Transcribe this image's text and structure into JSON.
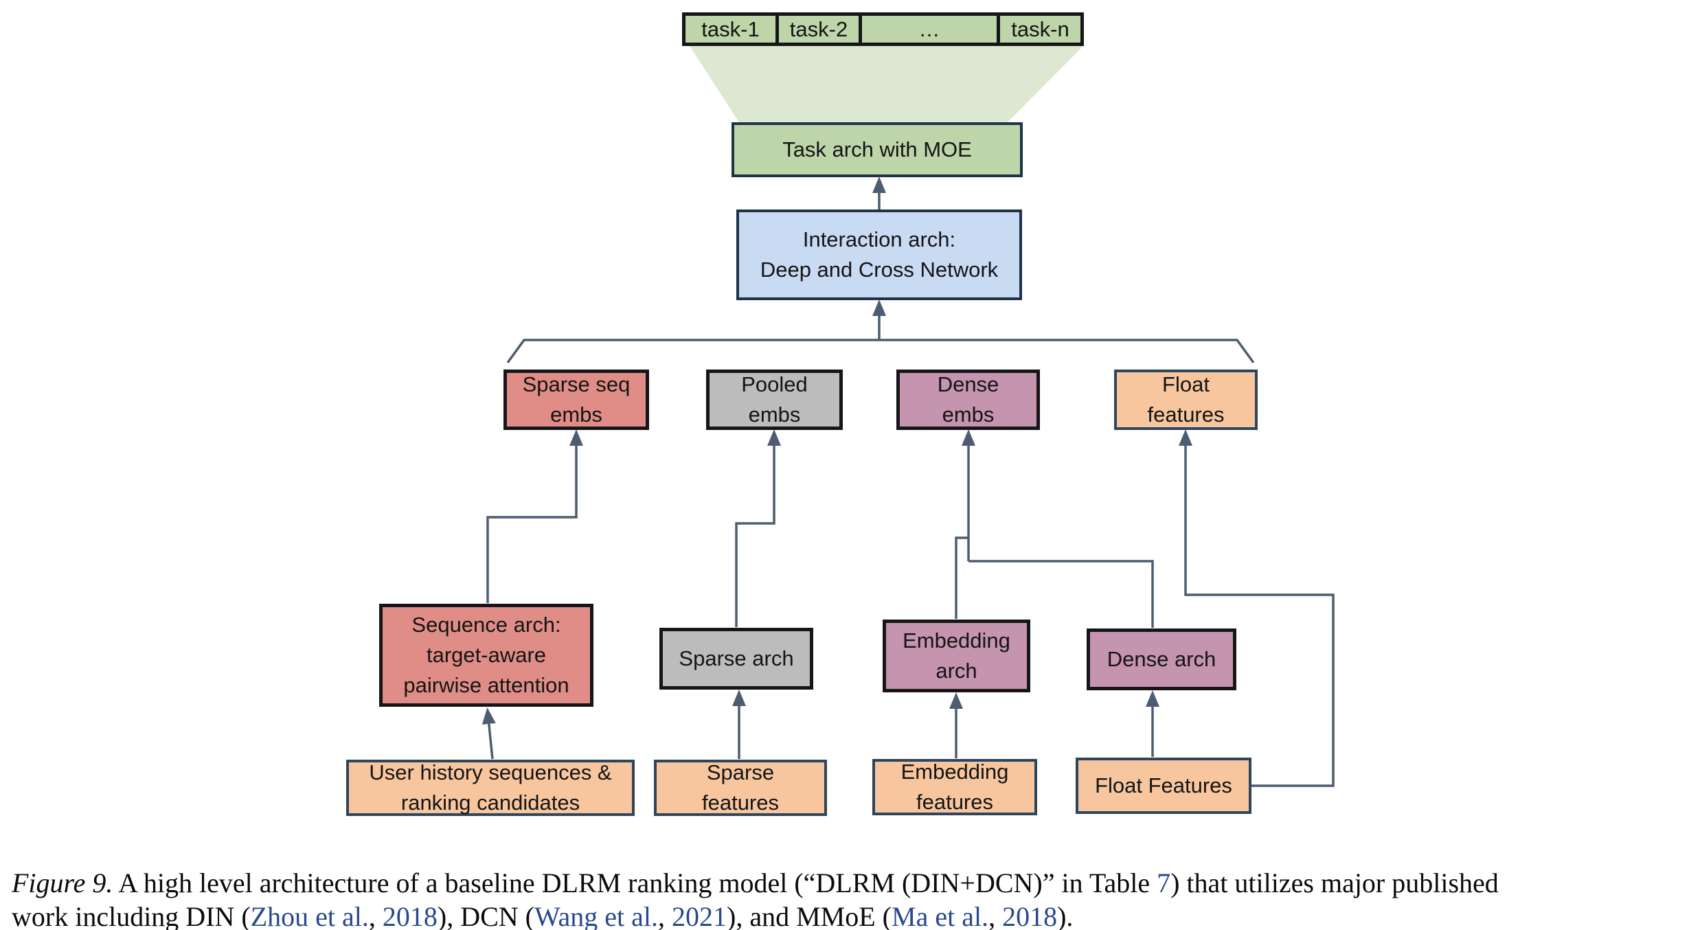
{
  "figure": {
    "caption": {
      "segments": [
        {
          "text": "Figure 9.",
          "style": "figure-label"
        },
        {
          "text": " A high level architecture of a baseline DLRM ranking model (“DLRM (DIN+DCN)” in Table ",
          "style": "plain"
        },
        {
          "text": "7",
          "style": "link"
        },
        {
          "text": ") that utilizes major published",
          "style": "plain"
        },
        {
          "text": "",
          "style": "break"
        },
        {
          "text": "work including DIN (",
          "style": "plain"
        },
        {
          "text": "Zhou et al.",
          "style": "link"
        },
        {
          "text": ", ",
          "style": "plain"
        },
        {
          "text": "2018",
          "style": "link"
        },
        {
          "text": "), DCN (",
          "style": "plain"
        },
        {
          "text": "Wang et al.",
          "style": "link"
        },
        {
          "text": ", ",
          "style": "plain"
        },
        {
          "text": "2021",
          "style": "link"
        },
        {
          "text": "), and MMoE (",
          "style": "plain"
        },
        {
          "text": "Ma et al.",
          "style": "link"
        },
        {
          "text": ", ",
          "style": "plain"
        },
        {
          "text": "2018",
          "style": "link"
        },
        {
          "text": ").",
          "style": "plain"
        }
      ]
    }
  },
  "diagram": {
    "task_cells": [
      "task-1",
      "task-2",
      "…",
      "task-n"
    ],
    "nodes": [
      {
        "id": "task-arch-moe",
        "label_lines": [
          "Task arch with MOE"
        ],
        "style": "green"
      },
      {
        "id": "interaction-arch",
        "label_lines": [
          "Interaction arch:",
          "Deep and Cross Network"
        ],
        "style": "blue"
      },
      {
        "id": "sparse-seq-embs",
        "label_lines": [
          "Sparse seq",
          "embs"
        ],
        "style": "salmon"
      },
      {
        "id": "pooled-embs",
        "label_lines": [
          "Pooled",
          "embs"
        ],
        "style": "gray"
      },
      {
        "id": "dense-embs",
        "label_lines": [
          "Dense",
          "embs"
        ],
        "style": "mauve"
      },
      {
        "id": "float-features-embs",
        "label_lines": [
          "Float",
          "features"
        ],
        "style": "orange"
      },
      {
        "id": "sequence-arch",
        "label_lines": [
          "Sequence arch:",
          "target-aware",
          "pairwise attention"
        ],
        "style": "salmon"
      },
      {
        "id": "sparse-arch",
        "label_lines": [
          "Sparse arch"
        ],
        "style": "gray"
      },
      {
        "id": "embedding-arch",
        "label_lines": [
          "Embedding",
          "arch"
        ],
        "style": "mauve"
      },
      {
        "id": "dense-arch",
        "label_lines": [
          "Dense arch"
        ],
        "style": "mauve"
      },
      {
        "id": "user-history",
        "label_lines": [
          "User history sequences &",
          "ranking candidates"
        ],
        "style": "orange"
      },
      {
        "id": "sparse-features",
        "label_lines": [
          "Sparse",
          "features"
        ],
        "style": "orange"
      },
      {
        "id": "embedding-features",
        "label_lines": [
          "Embedding",
          "features"
        ],
        "style": "orange"
      },
      {
        "id": "float-features-input",
        "label_lines": [
          "Float Features"
        ],
        "style": "orange"
      }
    ],
    "edges": [
      {
        "id": "interaction-to-moe",
        "from": "interaction-arch",
        "to": "task-arch-moe",
        "arrow": true
      },
      {
        "id": "fan-line",
        "from": "embedding-row",
        "to": "fan-junction",
        "arrow": false
      },
      {
        "id": "fan-to-interaction",
        "from": "fan-junction",
        "to": "interaction-arch",
        "arrow": true
      },
      {
        "id": "sequence-to-sparse-seq",
        "from": "sequence-arch",
        "to": "sparse-seq-embs",
        "arrow": true
      },
      {
        "id": "sparsearch-to-pooled",
        "from": "sparse-arch",
        "to": "pooled-embs",
        "arrow": true
      },
      {
        "id": "embeddingarch-join",
        "from": "embedding-arch",
        "to": "dense-embs-junction",
        "arrow": false
      },
      {
        "id": "densearch-join",
        "from": "dense-arch",
        "to": "dense-embs-junction",
        "arrow": false
      },
      {
        "id": "join-to-dense-embs",
        "from": "dense-embs-junction",
        "to": "dense-embs",
        "arrow": true
      },
      {
        "id": "float-bypass",
        "from": "float-features-input",
        "to": "float-features-embs",
        "arrow": true
      },
      {
        "id": "userhistory-to-sequence",
        "from": "user-history",
        "to": "sequence-arch",
        "arrow": true
      },
      {
        "id": "sparsefeat-to-sparsearch",
        "from": "sparse-features",
        "to": "sparse-arch",
        "arrow": true
      },
      {
        "id": "embfeat-to-embarch",
        "from": "embedding-features",
        "to": "embedding-arch",
        "arrow": true
      },
      {
        "id": "floatfeat-to-densearch",
        "from": "float-features-input",
        "to": "dense-arch",
        "arrow": true
      }
    ],
    "colors": {
      "green_fill": "#bdd5a8",
      "funnel_fill": "#dce8d2",
      "blue_fill": "#c9daf3",
      "salmon_fill": "#df8d86",
      "gray_fill": "#bcbcbc",
      "mauve_fill": "#c594ae",
      "orange_fill": "#f7c69e",
      "line_color": "#4d5c72",
      "dark_border": "#16161a",
      "navy_border": "#1f3348",
      "navy_border_light": "#2e455e",
      "link_blue": "#28498f",
      "text_color": "#141414"
    }
  }
}
